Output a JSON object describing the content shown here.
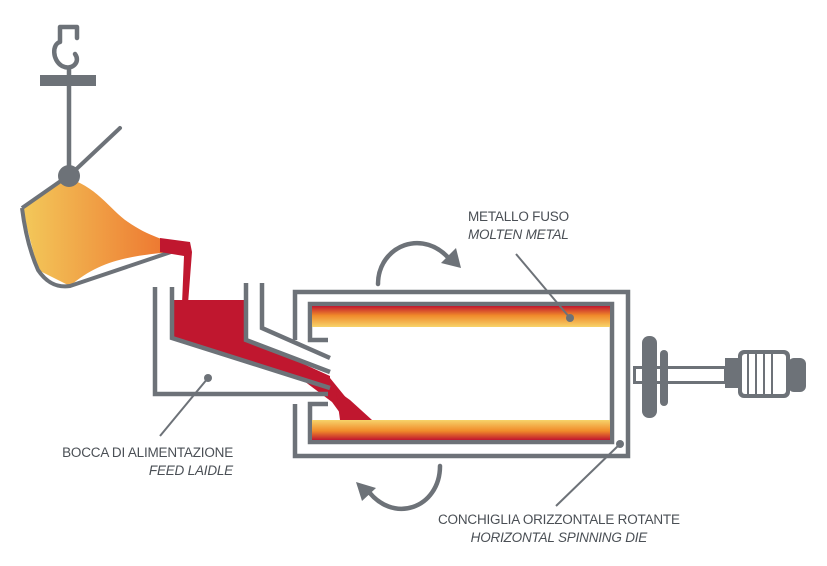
{
  "colors": {
    "outline": "#6d7278",
    "molten_red": "#c0172f",
    "molten_orange": "#f08a2a",
    "molten_yellow": "#f7d36a",
    "ladle_fill_light": "#f3c95a",
    "ladle_fill_dark": "#ec6a2a",
    "text": "#4a4f55"
  },
  "icons": {
    "crane_hook": "hook-icon",
    "rotation_arrow": "curved-arrow-icon",
    "motor": "electric-motor-icon"
  },
  "labels": {
    "molten_metal": {
      "it": "METALLO FUSO",
      "en": "MOLTEN METAL"
    },
    "feed_ladle": {
      "it": "BOCCA DI ALIMENTAZIONE",
      "en": "FEED LAIDLE"
    },
    "spinning_die": {
      "it": "CONCHIGLIA ORIZZONTALE ROTANTE",
      "en": "HORIZONTAL SPINNING DIE"
    }
  }
}
